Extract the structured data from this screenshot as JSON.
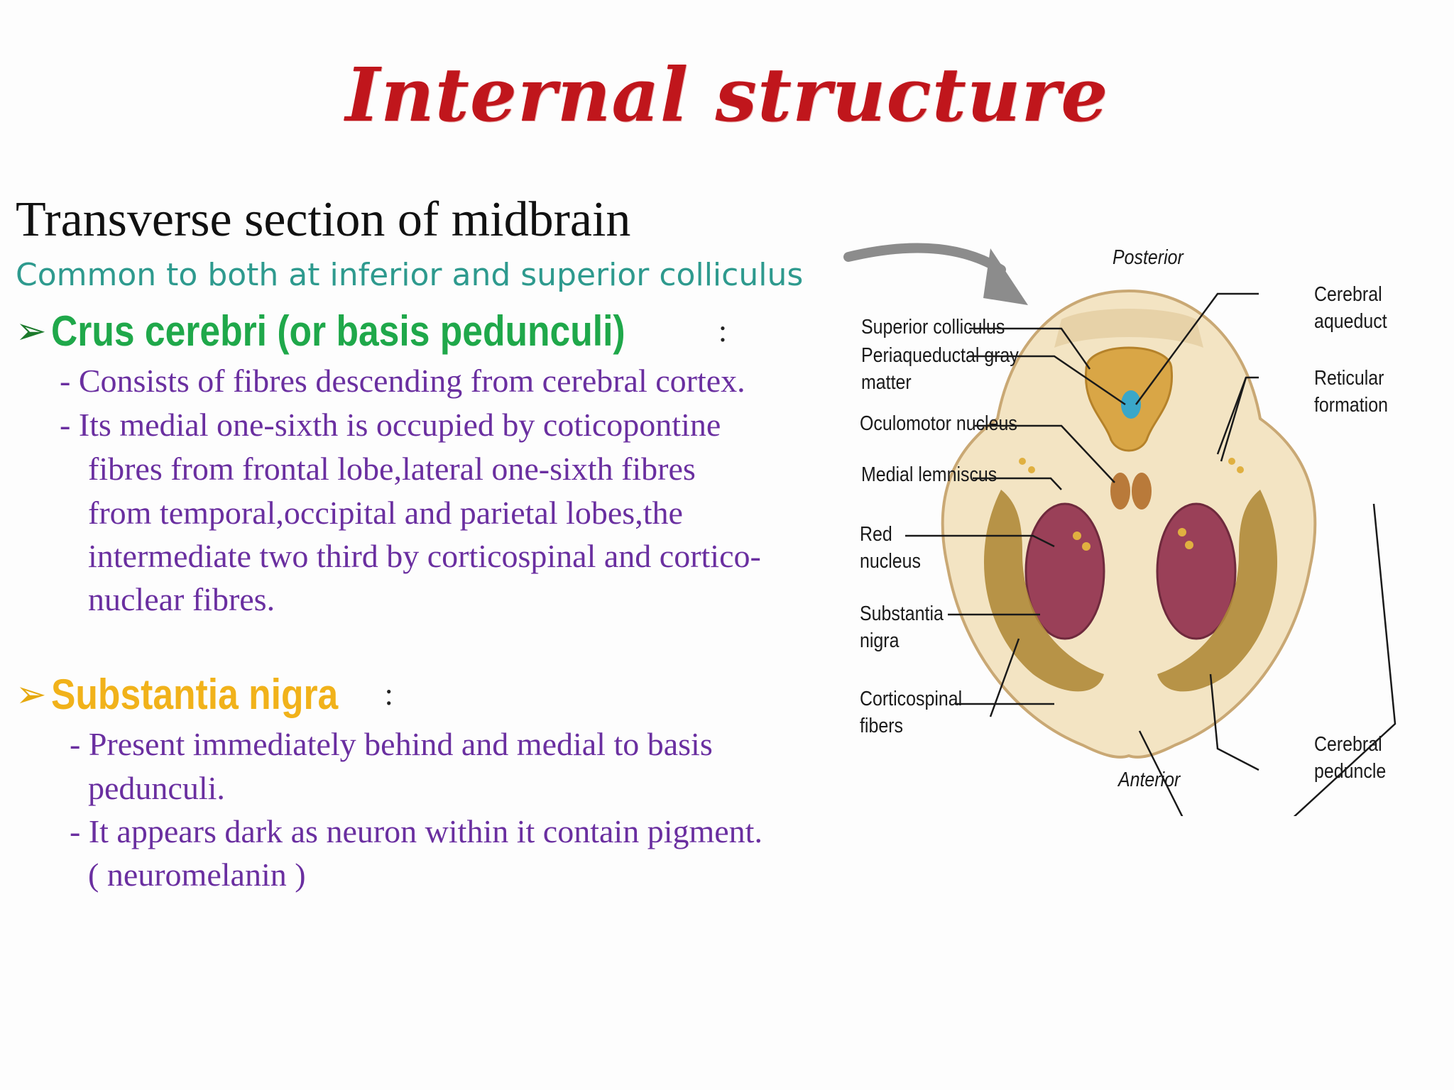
{
  "title": "Internal structure",
  "heading": "Transverse section of midbrain",
  "subheading": "Common to both at inferior and superior colliculus",
  "section1": {
    "arrow": "➢",
    "title": "Crus cerebri (or basis pedunculi)",
    "colon": ":",
    "lines": [
      "- Consists of fibres descending from cerebral cortex.",
      "- Its medial one-sixth is occupied by coticopontine",
      "fibres from frontal lobe,lateral one-sixth fibres",
      "from temporal,occipital and parietal lobes,the",
      "intermediate two third by corticospinal and cortico-",
      "nuclear fibres."
    ]
  },
  "section2": {
    "arrow": "➢",
    "title": "Substantia nigra",
    "colon": ":",
    "lines": [
      "- Present immediately behind and medial to basis",
      "pedunculi.",
      "- It appears dark as neuron within it contain pigment.",
      "( neuromelanin )"
    ]
  },
  "diagram": {
    "posterior": "Posterior",
    "anterior": "Anterior",
    "left_labels": {
      "superior_colliculus": "Superior colliculus",
      "periaqueductal_1": "Periaqueductal gray",
      "periaqueductal_2": "matter",
      "oculomotor": "Oculomotor nucleus",
      "medial_lemniscus": "Medial lemniscus",
      "red_1": "Red",
      "red_2": "nucleus",
      "substantia_1": "Substantia",
      "substantia_2": "nigra",
      "corticospinal_1": "Corticospinal",
      "corticospinal_2": "fibers"
    },
    "right_labels": {
      "aqueduct_1": "Cerebral",
      "aqueduct_2": "aqueduct",
      "reticular_1": "Reticular",
      "reticular_2": "formation",
      "peduncle_1": "Cerebral",
      "peduncle_2": "peduncle"
    },
    "colors": {
      "tissue": "#f3e4c3",
      "red_nucleus": "#9a4058",
      "substantia": "#b08a3a",
      "gray_matter": "#d9a646",
      "aqueduct": "#3aa7c9"
    }
  }
}
